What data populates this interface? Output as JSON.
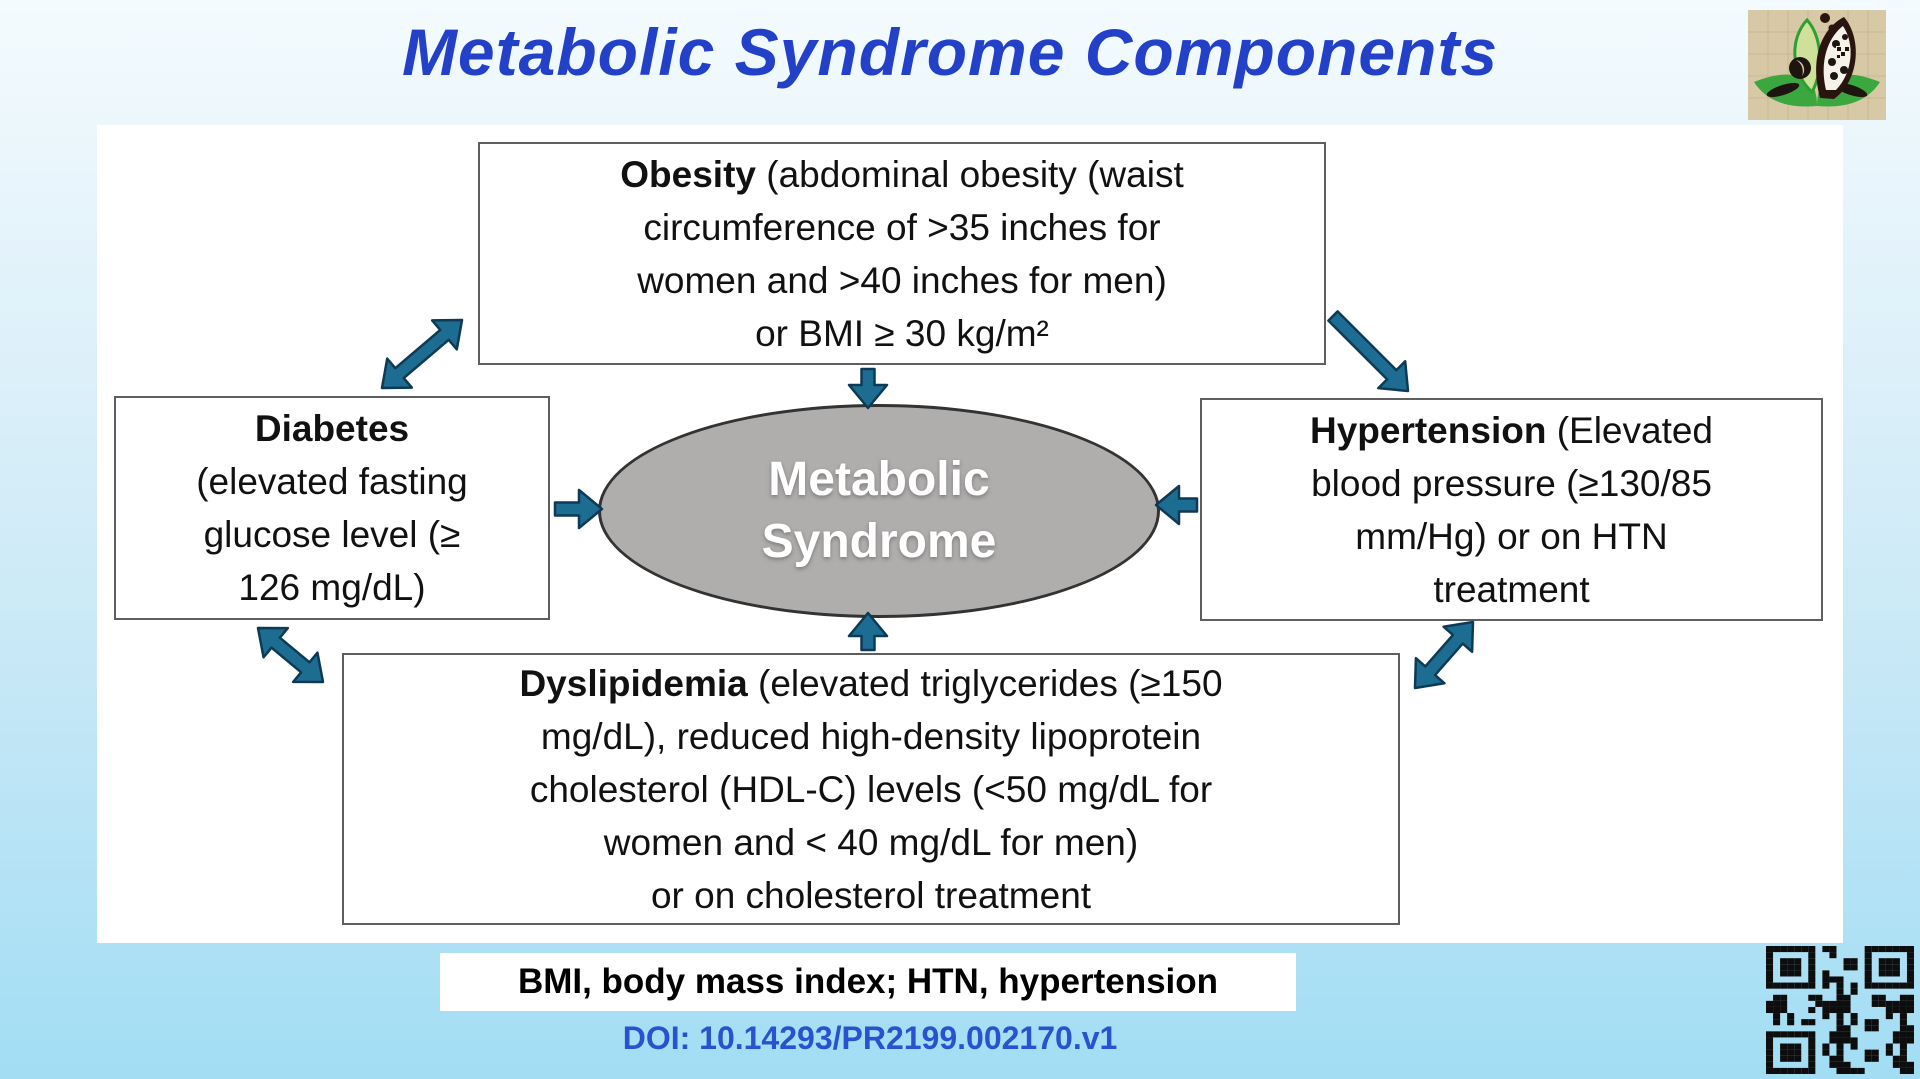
{
  "page": {
    "title": "Metabolic Syndrome Components",
    "footnote": "BMI, body mass index; HTN, hypertension",
    "doi": "DOI: 10.14293/PR2199.002170.v1"
  },
  "diagram": {
    "center": {
      "label": "Metabolic\nSyndrome"
    },
    "boxes": [
      {
        "id": "obesity",
        "title": "Obesity",
        "body": " (abdominal obesity (waist\ncircumference of >35 inches for\nwomen and >40 inches for men)\nor BMI ≥ 30 kg/m²"
      },
      {
        "id": "diabetes",
        "title": "Diabetes",
        "body": "\n(elevated fasting\nglucose level (≥\n126 mg/dL)"
      },
      {
        "id": "hypertension",
        "title": "Hypertension",
        "body": " (Elevated\nblood pressure (≥130/85\nmm/Hg) or on HTN\ntreatment"
      },
      {
        "id": "dyslipidemia",
        "title": "Dyslipidemia",
        "body": " (elevated triglycerides (≥150\nmg/dL), reduced high-density lipoprotein\ncholesterol (HDL-C) levels (<50 mg/dL for\nwomen and < 40 mg/dL for men)\nor on cholesterol treatment"
      }
    ]
  },
  "icons": {
    "logo": "lotus-flower-logo",
    "qr": "qr-code"
  },
  "colors": {
    "title_blue": "#2240c8",
    "doi_blue": "#2a52d0",
    "arrow_fill": "#1d6c92",
    "arrow_outline": "#0e3a55",
    "ellipse_gray": "#b0aead",
    "ellipse_border": "#333333",
    "box_border": "#5f5f5f",
    "background_top": "#f4fbfe",
    "background_bottom": "#a2ddf4",
    "qr_black": "#0d0d0d"
  }
}
